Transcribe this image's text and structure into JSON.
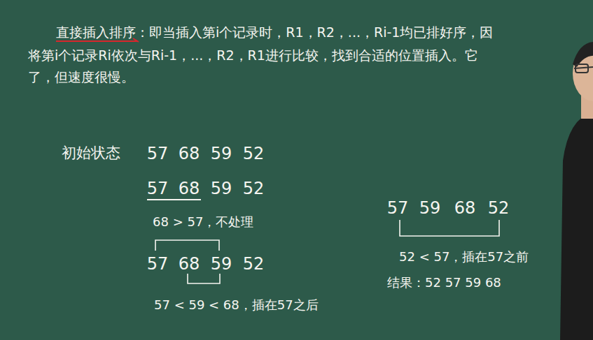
{
  "diagram": {
    "labels": [
      "直接插入排序",
      "：即当插入第i个记录时，R1，R2，...，Ri-1均已排好序，因",
      "将第i个记录Ri依次与Ri-1，...，R2，R1进行比较，找到合适的位置插入。它",
      "了，但速度很慢。",
      "初始状态",
      "57",
      "68",
      "59",
      "52",
      "57",
      "68",
      "59",
      "52",
      "68 > 57，不处理",
      "57",
      "68",
      "59",
      "52",
      "57 < 59 < 68，插在57之后",
      "57",
      "59",
      "68",
      "52",
      "52 < 57，插在57之前",
      "结果：52 57 59 68"
    ]
  }
}
